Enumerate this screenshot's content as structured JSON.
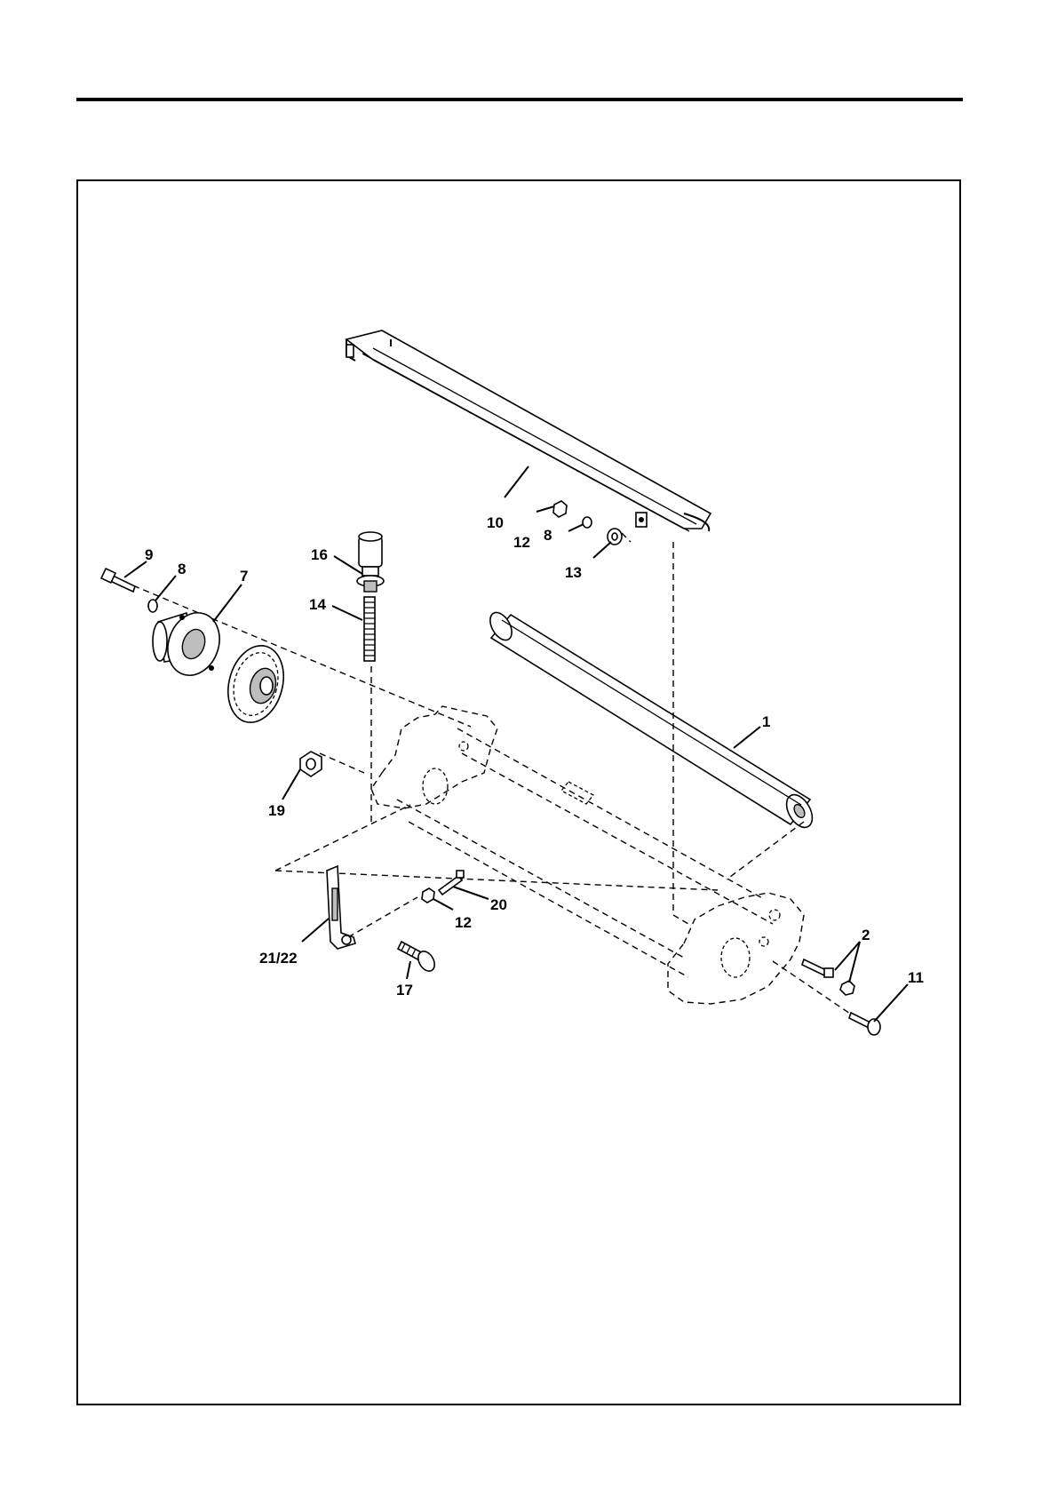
{
  "callouts": {
    "c1": "1",
    "c2": "2",
    "c7": "7",
    "c8a": "8",
    "c8b": "8",
    "c9": "9",
    "c10": "10",
    "c11": "11",
    "c12a": "12",
    "c12b": "12",
    "c13": "13",
    "c14": "14",
    "c16": "16",
    "c17": "17",
    "c19": "19",
    "c20": "20",
    "c2122": "21/22"
  }
}
